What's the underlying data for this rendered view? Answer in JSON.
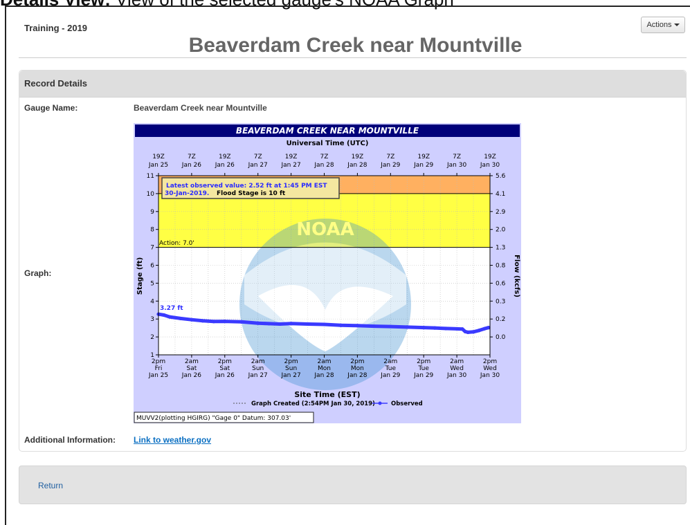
{
  "caption": {
    "bold": "Details View:",
    "rest": " View of the selected gauge's NOAA Graph"
  },
  "header": {
    "breadcrumb": "Training - 2019",
    "actions_label": "Actions",
    "title": "Beaverdam Creek near Mountville"
  },
  "record": {
    "heading": "Record Details",
    "gauge_name_label": "Gauge Name:",
    "gauge_name_value": "Beaverdam Creek near Mountville",
    "graph_label": "Graph:",
    "additional_label": "Additional Information:",
    "additional_link": "Link to weather.gov"
  },
  "footer": {
    "return_label": "Return"
  },
  "chart_data": {
    "type": "line",
    "title": "BEAVERDAM CREEK NEAR MOUNTVILLE",
    "top_axis_label": "Universal Time (UTC)",
    "xlabel": "Site Time (EST)",
    "ylabel": "Stage (ft)",
    "y2label": "Flow (kcfs)",
    "ylim": [
      1,
      11
    ],
    "y_ticks": [
      "1",
      "2",
      "3",
      "4",
      "5",
      "6",
      "7",
      "8",
      "9",
      "10",
      "11"
    ],
    "y2_ticks": [
      {
        "stage": 2,
        "label": "0.0"
      },
      {
        "stage": 3,
        "label": "0.2"
      },
      {
        "stage": 4,
        "label": "0.3"
      },
      {
        "stage": 5,
        "label": "0.6"
      },
      {
        "stage": 6,
        "label": "0.8"
      },
      {
        "stage": 7,
        "label": "1.3"
      },
      {
        "stage": 8,
        "label": "2.0"
      },
      {
        "stage": 9,
        "label": "2.9"
      },
      {
        "stage": 10,
        "label": "4.1"
      },
      {
        "stage": 11,
        "label": "5.6"
      }
    ],
    "top_ticks": [
      {
        "hour": 0,
        "l1": "19Z",
        "l2": "Jan 25"
      },
      {
        "hour": 12,
        "l1": "7Z",
        "l2": "Jan 26"
      },
      {
        "hour": 24,
        "l1": "19Z",
        "l2": "Jan 26"
      },
      {
        "hour": 36,
        "l1": "7Z",
        "l2": "Jan 27"
      },
      {
        "hour": 48,
        "l1": "19Z",
        "l2": "Jan 27"
      },
      {
        "hour": 60,
        "l1": "7Z",
        "l2": "Jan 28"
      },
      {
        "hour": 72,
        "l1": "19Z",
        "l2": "Jan 28"
      },
      {
        "hour": 84,
        "l1": "7Z",
        "l2": "Jan 29"
      },
      {
        "hour": 96,
        "l1": "19Z",
        "l2": "Jan 29"
      },
      {
        "hour": 108,
        "l1": "7Z",
        "l2": "Jan 30"
      },
      {
        "hour": 120,
        "l1": "19Z",
        "l2": "Jan 30"
      }
    ],
    "bottom_ticks": [
      {
        "hour": 0,
        "l1": "2pm",
        "l2": "Fri",
        "l3": "Jan 25"
      },
      {
        "hour": 12,
        "l1": "2am",
        "l2": "Sat",
        "l3": "Jan 26"
      },
      {
        "hour": 24,
        "l1": "2pm",
        "l2": "Sat",
        "l3": "Jan 26"
      },
      {
        "hour": 36,
        "l1": "2am",
        "l2": "Sun",
        "l3": "Jan 27"
      },
      {
        "hour": 48,
        "l1": "2pm",
        "l2": "Sun",
        "l3": "Jan 27"
      },
      {
        "hour": 60,
        "l1": "2am",
        "l2": "Mon",
        "l3": "Jan 28"
      },
      {
        "hour": 72,
        "l1": "2pm",
        "l2": "Mon",
        "l3": "Jan 28"
      },
      {
        "hour": 84,
        "l1": "2am",
        "l2": "Tue",
        "l3": "Jan 29"
      },
      {
        "hour": 96,
        "l1": "2pm",
        "l2": "Tue",
        "l3": "Jan 29"
      },
      {
        "hour": 108,
        "l1": "2am",
        "l2": "Wed",
        "l3": "Jan 30"
      },
      {
        "hour": 120,
        "l1": "2pm",
        "l2": "Wed",
        "l3": "Jan 30"
      }
    ],
    "bands": [
      {
        "from": 7,
        "to": 10,
        "color": "#ffff44"
      },
      {
        "from": 10,
        "to": 11,
        "color": "#ffb060"
      }
    ],
    "action_label": "Action: 7.0'",
    "annotation_line1": "Latest observed value: 2.52 ft at 1:45 PM EST",
    "annotation_line2": "30-Jan-2019.",
    "annotation_flood": "Flood Stage is 10 ft",
    "first_value_label": "3.27 ft",
    "legend_created": "Graph Created (2:54PM Jan 30, 2019)",
    "legend_observed": "Observed",
    "datum_label": "MUVV2(plotting HGIRG) \"Gage 0\" Datum: 307.03'",
    "series": [
      {
        "name": "Observed",
        "color": "#3a3aff",
        "x": [
          0,
          2,
          4,
          8,
          12,
          16,
          20,
          24,
          30,
          36,
          40,
          44,
          48,
          54,
          60,
          66,
          72,
          78,
          84,
          90,
          96,
          100,
          104,
          108,
          110,
          111,
          112,
          114,
          116,
          118,
          119.5
        ],
        "y": [
          3.27,
          3.22,
          3.12,
          3.03,
          2.96,
          2.9,
          2.86,
          2.87,
          2.84,
          2.77,
          2.74,
          2.72,
          2.75,
          2.72,
          2.7,
          2.65,
          2.63,
          2.6,
          2.58,
          2.55,
          2.52,
          2.5,
          2.47,
          2.45,
          2.44,
          2.3,
          2.26,
          2.28,
          2.36,
          2.46,
          2.52
        ]
      }
    ]
  }
}
